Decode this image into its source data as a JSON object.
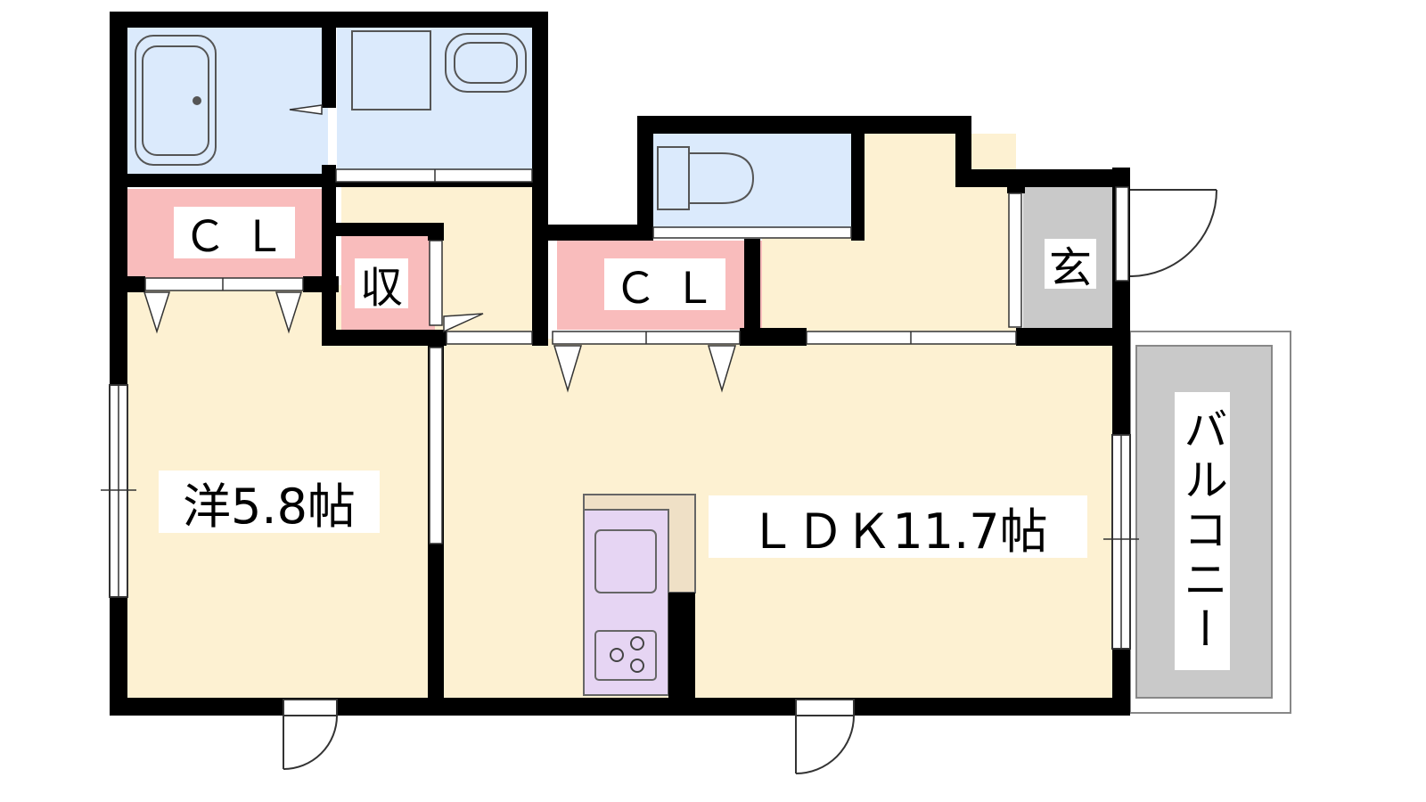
{
  "colors": {
    "wall": "#000000",
    "living_floor": "#fdf1d2",
    "wet_area": "#dbeafc",
    "closet": "#f9bcbc",
    "entrance": "#c9c9c9",
    "balcony": "#c9c9c9",
    "kitchen": "#e6d5f3",
    "counter": "#efe0c6"
  },
  "rooms": {
    "western": "洋5.8帖",
    "ldk": "ＬＤＫ11.7帖",
    "closet_left": "ＣＬ",
    "closet_center": "ＣＬ",
    "storage": "収",
    "entrance": "玄",
    "balcony": "バルコニー"
  }
}
